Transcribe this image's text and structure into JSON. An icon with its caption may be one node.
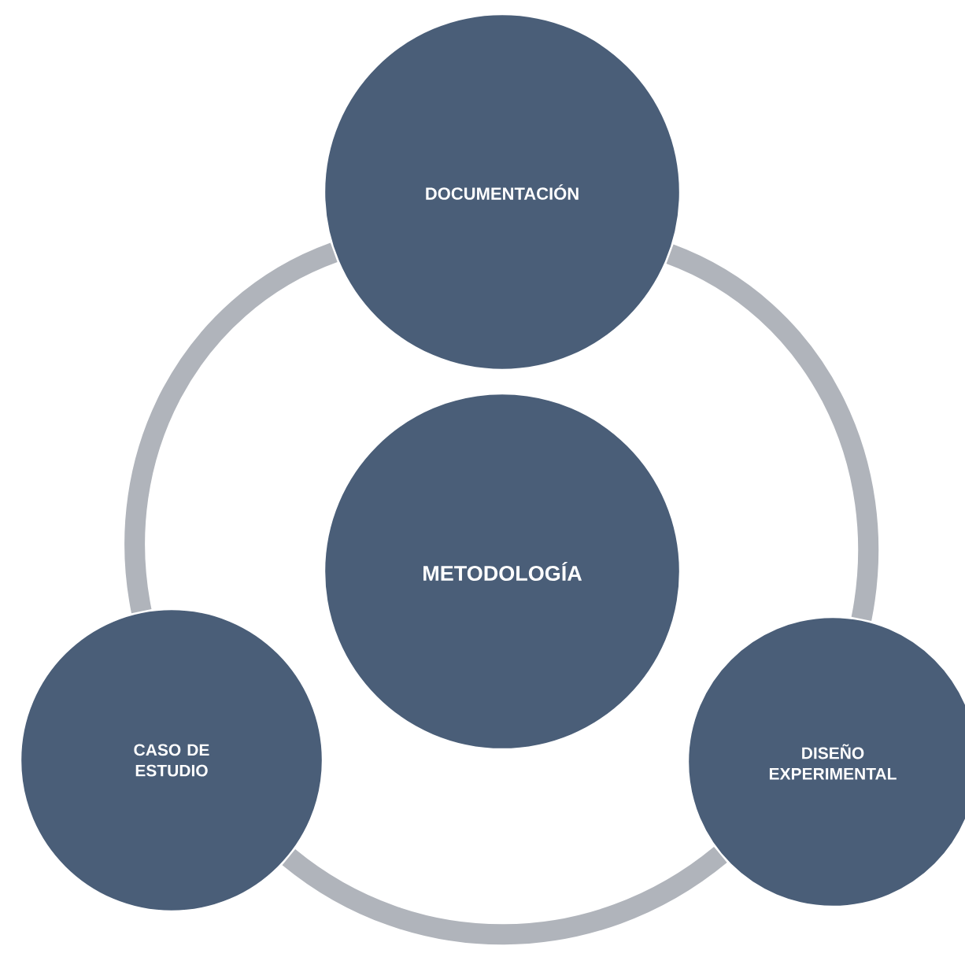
{
  "diagram": {
    "nodes": [
      {
        "text": [
          "DOCUMENTACIÓN"
        ]
      },
      {
        "text": [
          "METODOLOGÍA"
        ]
      },
      {
        "text": [
          "CASO DE ESTUDIO"
        ]
      },
      {
        "text": [
          "DISEÑO EXPERIMENTAL"
        ]
      }
    ],
    "edges": [
      {
        "from": 0,
        "to": 2,
        "arrow": "none"
      },
      {
        "from": 2,
        "to": 3,
        "arrow": "none"
      },
      {
        "from": 3,
        "to": 0,
        "arrow": "none"
      }
    ]
  }
}
